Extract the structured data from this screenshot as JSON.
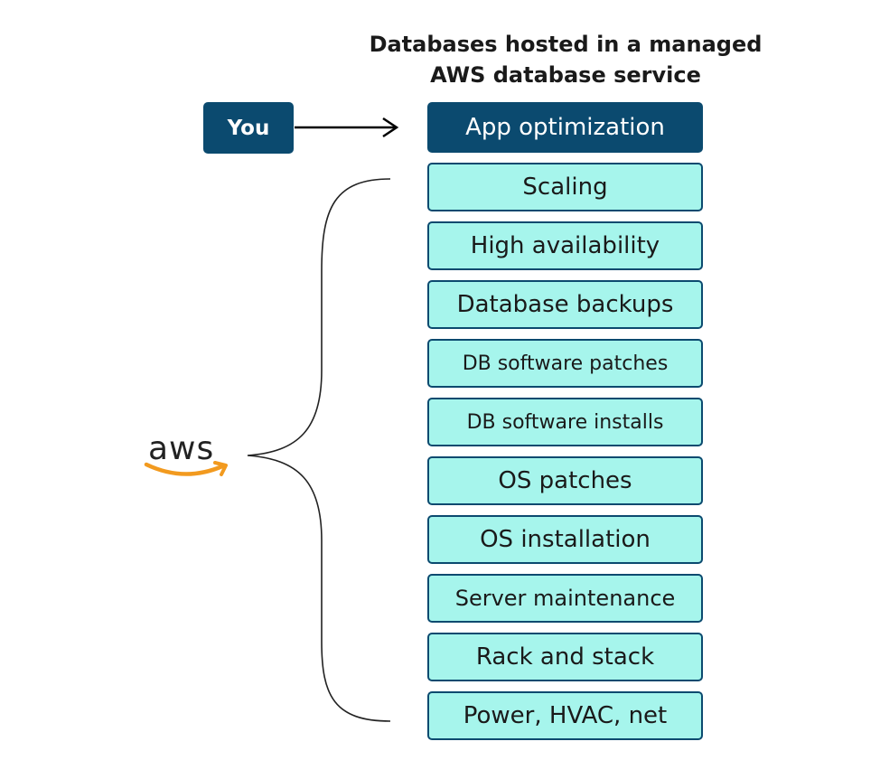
{
  "colors": {
    "dark": "#0b4a6f",
    "fill": "#a6f5ec",
    "border": "#0b4a6f",
    "aws_orange": "#f29a1f"
  },
  "title": {
    "line1": "Databases hosted in a managed",
    "line2": "AWS database service"
  },
  "you": {
    "label": "You"
  },
  "app": {
    "label": "App optimization"
  },
  "aws_logo": {
    "text": "aws",
    "icon": "aws-smile-icon"
  },
  "layers": [
    {
      "label": "Scaling"
    },
    {
      "label": "High availability"
    },
    {
      "label": "Database backups"
    },
    {
      "label": "DB software patches"
    },
    {
      "label": "DB software installs"
    },
    {
      "label": "OS patches"
    },
    {
      "label": "OS installation"
    },
    {
      "label": "Server maintenance"
    },
    {
      "label": "Rack and stack"
    },
    {
      "label": "Power, HVAC, net"
    }
  ]
}
